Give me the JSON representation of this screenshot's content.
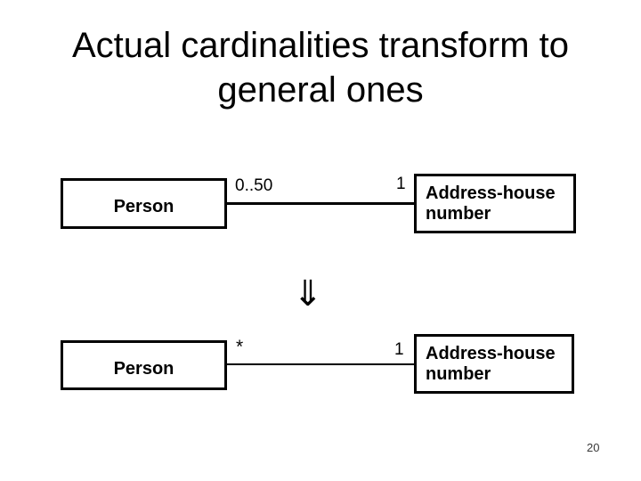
{
  "slide": {
    "title_line1": "Actual cardinalities transform to",
    "title_line2": "general ones",
    "page_number": "20",
    "transform_arrow_glyph": "⇓"
  },
  "diagram_top": {
    "left_box_label": "Person",
    "left_cardinality": "0..50",
    "right_cardinality": "1",
    "right_box_label_line1": "Address-house",
    "right_box_label_line2": "number"
  },
  "diagram_bottom": {
    "left_box_label": "Person",
    "left_cardinality": "*",
    "right_cardinality": "1",
    "right_box_label_line1": "Address-house",
    "right_box_label_line2": "number"
  },
  "colors": {
    "background": "#ffffff",
    "foreground": "#000000"
  }
}
